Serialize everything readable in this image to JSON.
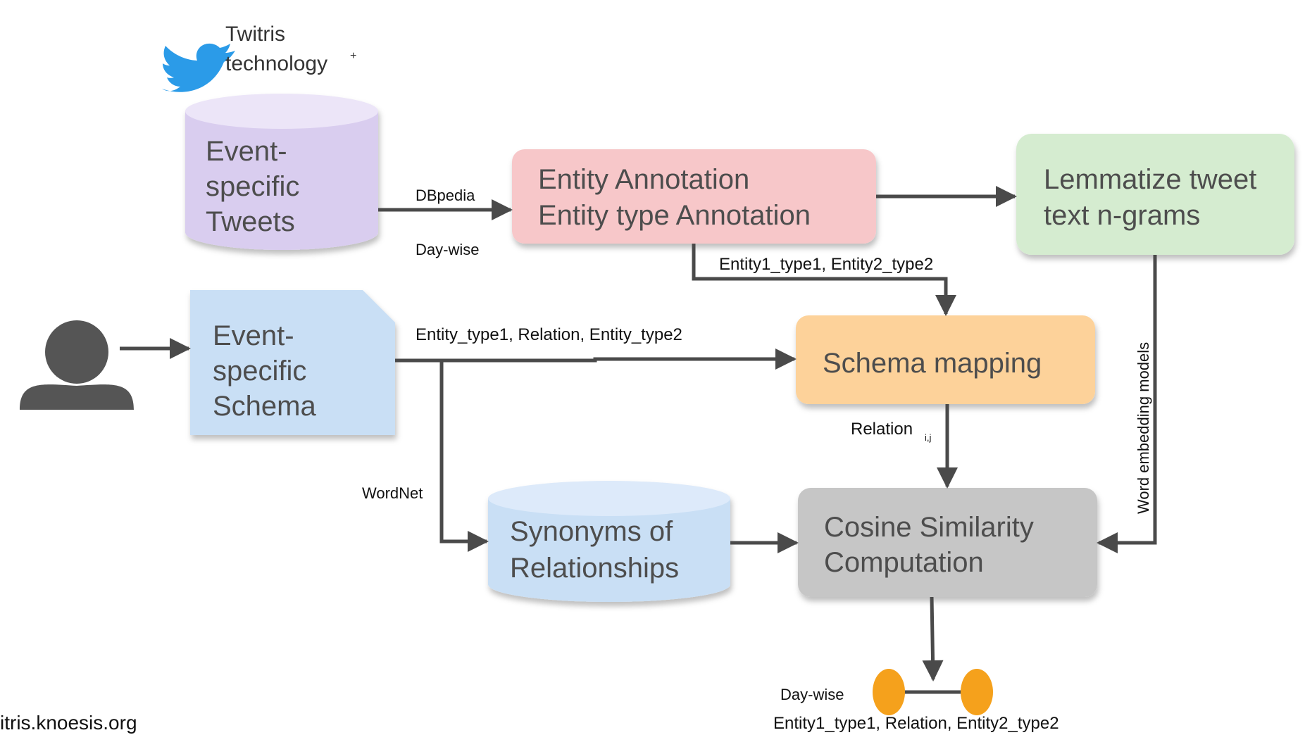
{
  "source": {
    "line1": "Twitris",
    "line2": "technology",
    "mark": "+",
    "icon": "twitter-bird-icon"
  },
  "nodes": {
    "tweets": {
      "lines": [
        "Event-",
        "specific",
        "Tweets"
      ],
      "color": "#d9cdef"
    },
    "annotation": {
      "lines": [
        "Entity Annotation",
        "Entity type Annotation"
      ],
      "color": "#f7c7c9"
    },
    "lemmatize": {
      "lines": [
        "Lemmatize tweet",
        "text n-grams"
      ],
      "color": "#d5ecd0"
    },
    "schema": {
      "lines": [
        "Event-",
        "specific",
        "Schema"
      ],
      "color": "#c9dff5"
    },
    "schema_mapping": {
      "lines": [
        "Schema mapping"
      ],
      "color": "#fdd29a"
    },
    "synonyms": {
      "lines": [
        "Synonyms of",
        "Relationships"
      ],
      "color": "#c9dff5"
    },
    "cosine": {
      "lines": [
        "Cosine Similarity",
        "Computation"
      ],
      "color": "#c6c6c6"
    }
  },
  "edge_labels": {
    "dbpedia": "DBpedia",
    "daywise_top": "Day-wise",
    "entity_types": "Entity1_type1, Entity2_type2",
    "schema_triple": "Entity_type1, Relation, Entity_type2",
    "wordnet": "WordNet",
    "relation": "Relation",
    "relation_sub": "i,j",
    "word_embedding": "Word embedding models"
  },
  "output": {
    "daywise": "Day-wise",
    "triple": "Entity1_type1, Relation, Entity2_type2",
    "node_color": "#f5a11c"
  },
  "footer": {
    "url_fragment": "itris.knoesis.org"
  },
  "user_icon": "person-icon"
}
